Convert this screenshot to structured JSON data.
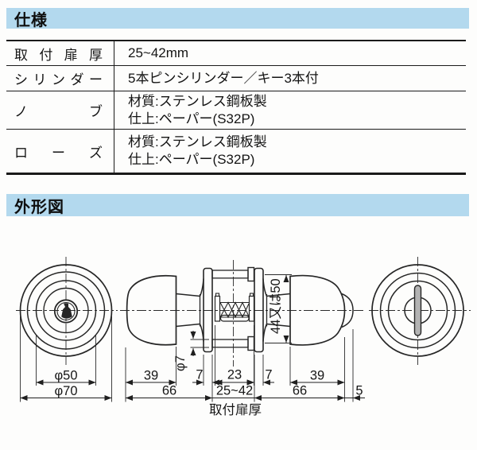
{
  "spec": {
    "title": "仕様",
    "rows": [
      {
        "label": "取 付 扉 厚",
        "line1": "25~42mm"
      },
      {
        "label": "シ リ ン ダ ー",
        "line1": "5本ピンシリンダー／キー3本付"
      },
      {
        "label": "ノ ブ",
        "line1": "材質:ステンレス鋼板製",
        "line2": "仕上:ペーパー(S32P)"
      },
      {
        "label": "ロ ー ズ",
        "line1": "材質:ステンレス鋼板製",
        "line2": "仕上:ペーパー(S32P)"
      }
    ]
  },
  "outline": {
    "title": "外形図",
    "dims": {
      "knob_dia": "φ50",
      "rose_dia": "φ70",
      "knob_depth_left": "39",
      "overall_left": "66",
      "rose_thick_left": "7",
      "latch_width": "23",
      "rose_thick_right": "7",
      "door_range": "25~42",
      "overall_right": "66",
      "knob_depth_right": "39",
      "cyl_protrusion": "5",
      "hub_height": "44又は50",
      "screw_dia": "φ7",
      "door_label": "取付扉厚"
    }
  }
}
